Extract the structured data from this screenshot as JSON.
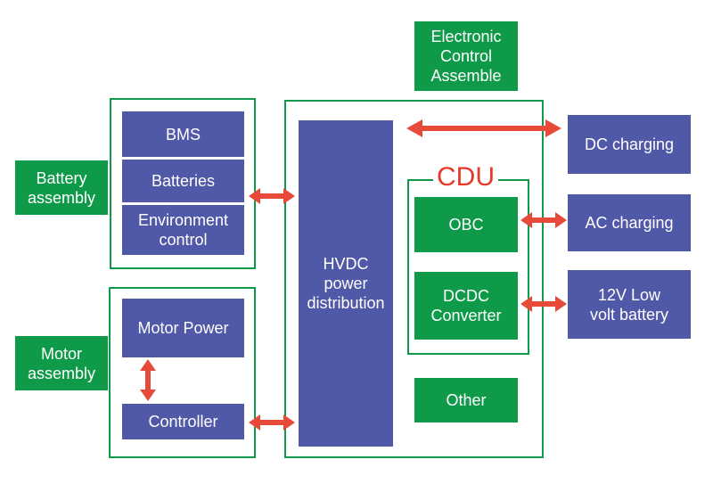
{
  "battery_assembly": {
    "label": "Battery\nassembly",
    "bms": "BMS",
    "batteries": "Batteries",
    "environment_control": "Environment\ncontrol"
  },
  "motor_assembly": {
    "label": "Motor\nassembly",
    "motor_power": "Motor Power",
    "controller": "Controller"
  },
  "ecu": {
    "label": "Electronic\nControl\nAssemble",
    "hvdc": "HVDC\npower\ndistribution",
    "cdu": {
      "label": "CDU",
      "obc": "OBC",
      "dcdc": "DCDC\nConverter"
    },
    "other": "Other"
  },
  "external": {
    "dc_charging": "DC charging",
    "ac_charging": "AC charging",
    "low_volt_battery": "12V Low\nvolt battery"
  },
  "colors": {
    "blue": "#5058a8",
    "green": "#0f9a4a",
    "arrow": "#e84a3a",
    "cdu_text": "#e53a2b"
  }
}
